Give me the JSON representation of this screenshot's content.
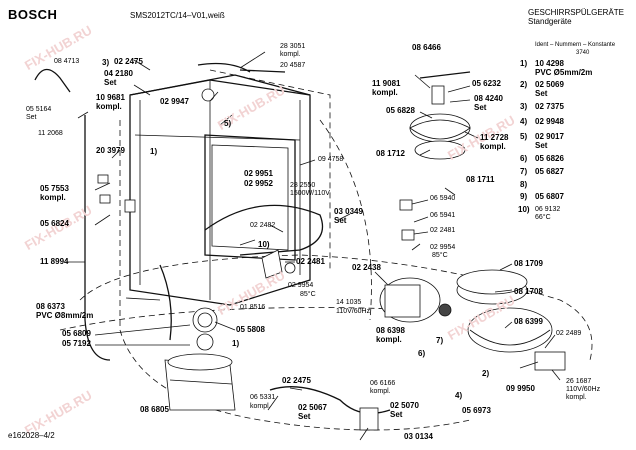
{
  "header": {
    "brand": "BOSCH",
    "model": "SMS2012TC/14–V01,weiß",
    "category_line1": "GESCHIRRSPÜLGERÄTE",
    "category_line2": "Standgeräte"
  },
  "ident": {
    "title": "Ident – Nummern – Konstante",
    "code": "3740",
    "items": [
      {
        "num": "1)",
        "part": "10 4298",
        "note": "PVC Ø5mm/2m"
      },
      {
        "num": "2)",
        "part": "02 5069",
        "note": "Set"
      },
      {
        "num": "3)",
        "part": "02 7375",
        "note": ""
      },
      {
        "num": "4)",
        "part": "02 9948",
        "note": ""
      },
      {
        "num": "5)",
        "part": "02 9017",
        "note": "Set"
      },
      {
        "num": "6)",
        "part": "05 6826",
        "note": ""
      },
      {
        "num": "7)",
        "part": "05 6827",
        "note": ""
      },
      {
        "num": "8)",
        "part": "",
        "note": ""
      },
      {
        "num": "9)",
        "part": "05 6807",
        "note": ""
      },
      {
        "num": "10)",
        "part": "06 9132",
        "note": "66°C"
      }
    ]
  },
  "labels": {
    "l01": "08 4713",
    "l02": "05 5164",
    "l03": "Set",
    "l04": "11 2068",
    "l05": "3)",
    "l06": "02 2475",
    "l07": "04 2180",
    "l08": "Set",
    "l09": "10 9681",
    "l10": "kompl.",
    "l11": "02 9947",
    "l12": "28 3051",
    "l13": "kompl.",
    "l14": "20 4587",
    "l15": "5)",
    "l16": "20 3979",
    "l17": "1)",
    "l18": "05 7553",
    "l19": "kompl.",
    "l20": "05 6824",
    "l21": "02 9951",
    "l22": "02 9952",
    "l23": "09 4758",
    "l24": "28 2550",
    "l25": "1500W/110V",
    "l26": "02 2482",
    "l27": "10)",
    "l28": "03 0349",
    "l29": "Set",
    "l30": "11 8994",
    "l31": "02 2481",
    "l32": "02 9954",
    "l33": "85°C",
    "l34": "01 8516",
    "l35": "08 6373",
    "l36": "PVC Ø8mm/2m",
    "l37": "05 6809",
    "l38": "05 7192",
    "l39": "05 5808",
    "l40": "1)",
    "l41": "02 2475",
    "l42": "08 6805",
    "l43": "06 5331",
    "l44": "kompl.",
    "l45": "02 5067",
    "l46": "Set",
    "l47": "02 5070",
    "l48": "Set",
    "l49": "06 6166",
    "l50": "kompl.",
    "l51": "03 0134",
    "l52": "08 6466",
    "l53": "11 9081",
    "l54": "kompl.",
    "l55": "05 6232",
    "l56": "08 4240",
    "l57": "Set",
    "l58": "05 6828",
    "l59": "11 2728",
    "l60": "kompl.",
    "l61": "08 1712",
    "l62": "08 1711",
    "l63": "06 5940",
    "l64": "06 5941",
    "l65": "02 2481",
    "l66": "02 9954",
    "l67": "85°C",
    "l68": "02 2438",
    "l69": "14 1035",
    "l70": "110V/60Hz",
    "l71": "08 6398",
    "l72": "kompl.",
    "l73": "6)",
    "l74": "7)",
    "l75": "08 1709",
    "l76": "08 1708",
    "l77": "08 6399",
    "l78": "02 2489",
    "l79": "2)",
    "l80": "09 9950",
    "l81": "26 1687",
    "l82": "110V/60Hz",
    "l83": "kompl.",
    "l84": "05 6973",
    "l85": "4)"
  },
  "footer": {
    "doc_id": "e162028–4/2"
  },
  "watermark": "FIX-HUB.RU"
}
